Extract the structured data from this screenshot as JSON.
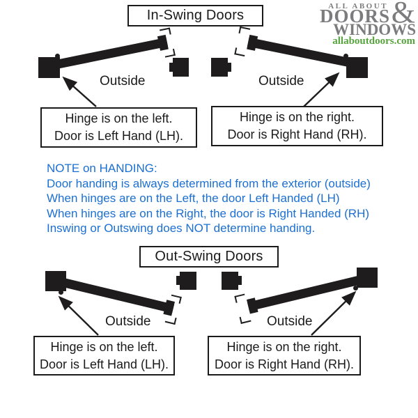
{
  "colors": {
    "ink": "#1e1c1c",
    "note_blue": "#1c6fd2",
    "logo_gray": "#7c7c7e",
    "logo_green": "#56a43d",
    "background": "#ffffff"
  },
  "logo": {
    "small_caps": "ALL ABOUT",
    "ampersand": "&",
    "word1": "DOORS",
    "word2": "WINDOWS",
    "website": "allaboutdoors.com"
  },
  "in_swing": {
    "title": "In-Swing Doors",
    "left": {
      "outside_label": "Outside",
      "caption_line1": "Hinge is on the left.",
      "caption_line2": "Door is Left Hand (LH)."
    },
    "right": {
      "outside_label": "Outside",
      "caption_line1": "Hinge is on the right.",
      "caption_line2": "Door is Right Hand (RH)."
    }
  },
  "note": {
    "heading": "NOTE on HANDING:",
    "lines": [
      "Door handing is always determined from the exterior (outside)",
      "When hinges are on the Left, the door Left Handed (LH)",
      "When hinges are on the Right, the door is Right Handed (RH)",
      "Inswing or Outswing does NOT determine handing."
    ]
  },
  "out_swing": {
    "title": "Out-Swing Doors",
    "left": {
      "outside_label": "Outside",
      "caption_line1": "Hinge is on the left.",
      "caption_line2": "Door is Left Hand (LH)."
    },
    "right": {
      "outside_label": "Outside",
      "caption_line1": "Hinge is on the right.",
      "caption_line2": "Door is Right Hand (RH)."
    }
  }
}
